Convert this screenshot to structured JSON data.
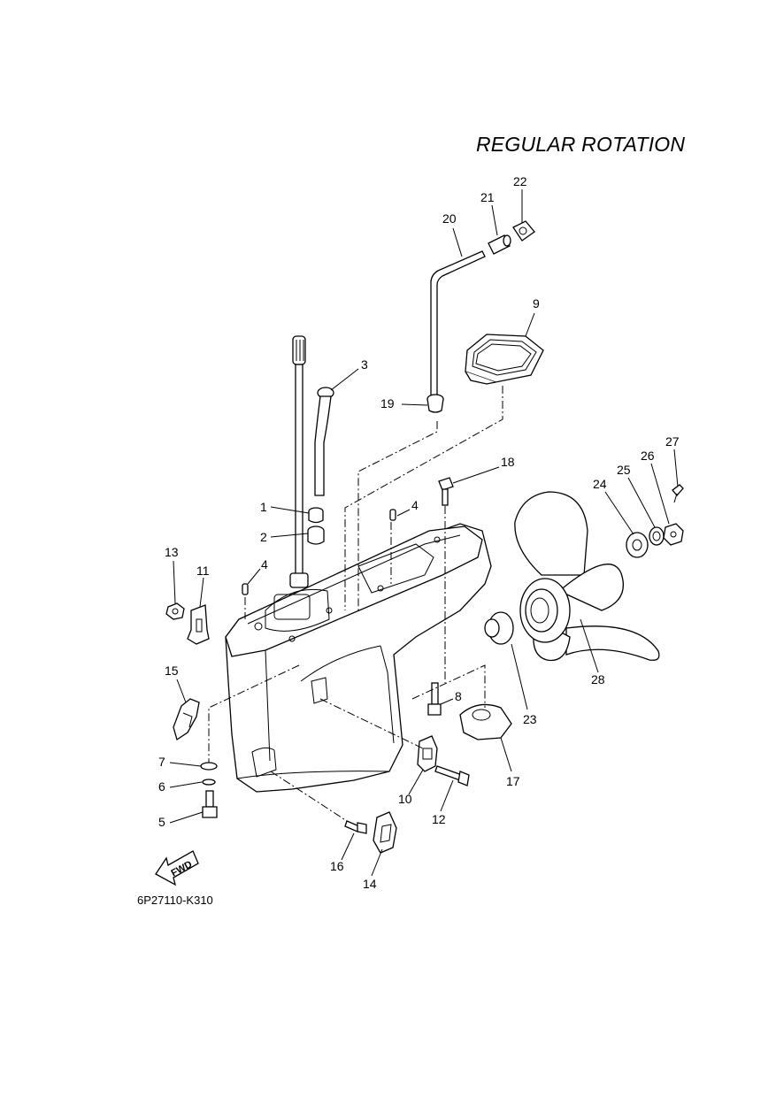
{
  "title": "REGULAR ROTATION",
  "diagram_code": "6P27110-K310",
  "fwd_label": "FWD",
  "callouts": [
    {
      "id": "c1",
      "label": "1"
    },
    {
      "id": "c2",
      "label": "2"
    },
    {
      "id": "c3",
      "label": "3"
    },
    {
      "id": "c4a",
      "label": "4"
    },
    {
      "id": "c4b",
      "label": "4"
    },
    {
      "id": "c5",
      "label": "5"
    },
    {
      "id": "c6",
      "label": "6"
    },
    {
      "id": "c7",
      "label": "7"
    },
    {
      "id": "c8",
      "label": "8"
    },
    {
      "id": "c9",
      "label": "9"
    },
    {
      "id": "c10",
      "label": "10"
    },
    {
      "id": "c11",
      "label": "11"
    },
    {
      "id": "c12",
      "label": "12"
    },
    {
      "id": "c13",
      "label": "13"
    },
    {
      "id": "c14",
      "label": "14"
    },
    {
      "id": "c15",
      "label": "15"
    },
    {
      "id": "c16",
      "label": "16"
    },
    {
      "id": "c17",
      "label": "17"
    },
    {
      "id": "c18",
      "label": "18"
    },
    {
      "id": "c19",
      "label": "19"
    },
    {
      "id": "c20",
      "label": "20"
    },
    {
      "id": "c21",
      "label": "21"
    },
    {
      "id": "c22",
      "label": "22"
    },
    {
      "id": "c23",
      "label": "23"
    },
    {
      "id": "c24",
      "label": "24"
    },
    {
      "id": "c25",
      "label": "25"
    },
    {
      "id": "c26",
      "label": "26"
    },
    {
      "id": "c27",
      "label": "27"
    },
    {
      "id": "c28",
      "label": "28"
    }
  ]
}
